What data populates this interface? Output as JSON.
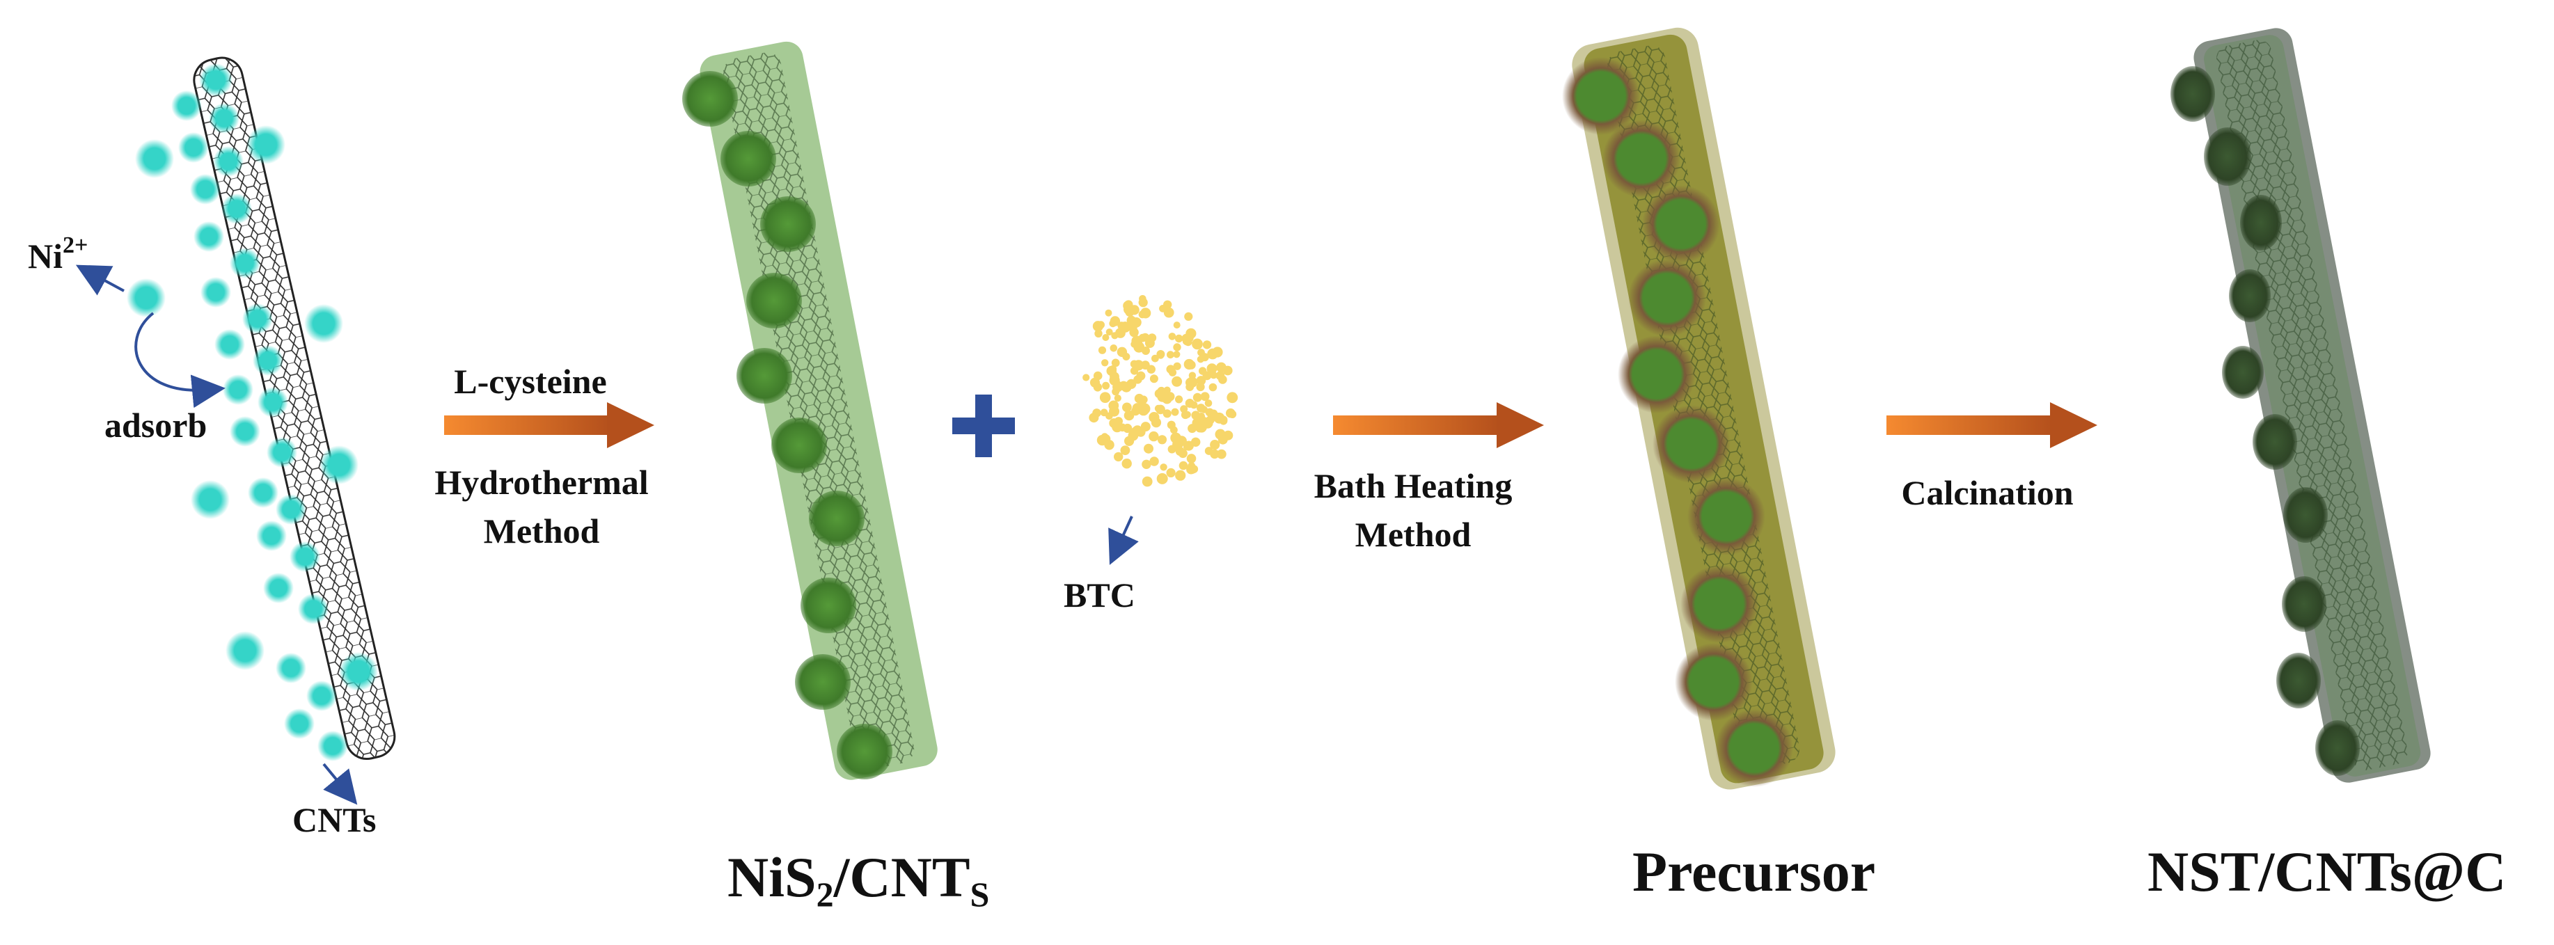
{
  "labels": {
    "ni_ion": "Ni",
    "ni_charge": "2+",
    "adsorb": "adsorb",
    "cnts": "CNTs",
    "l_cysteine": "L-cysteine",
    "hydrothermal_1": "Hydrothermal",
    "hydrothermal_2": "Method",
    "btc": "BTC",
    "bath_1": "Bath Heating",
    "bath_2": "Method",
    "calcination": "Calcination",
    "nis2_a": "NiS",
    "nis2_sub": "2",
    "nis2_b": "/CNT",
    "nis2_sub2": "S",
    "precursor": "Precursor",
    "final": "NST/CNTs@C"
  },
  "plus_sign": "+",
  "colors": {
    "ion": "#35d4c8",
    "nis2_particle": "#4a8a30",
    "nis2_coat": "#9cc48a",
    "precursor_coat": "#8a8a2a",
    "final_coat": "#7a8a78",
    "final_particle": "#3a5030",
    "btc": "#f7d66a",
    "arrow_start": "#f58a30",
    "arrow_end": "#b8521c",
    "plus": "#2f4f9a",
    "pointer": "#2f4f9a"
  },
  "icons": [
    "arrow-right-icon",
    "plus-icon",
    "pointer-arrow-icon"
  ]
}
